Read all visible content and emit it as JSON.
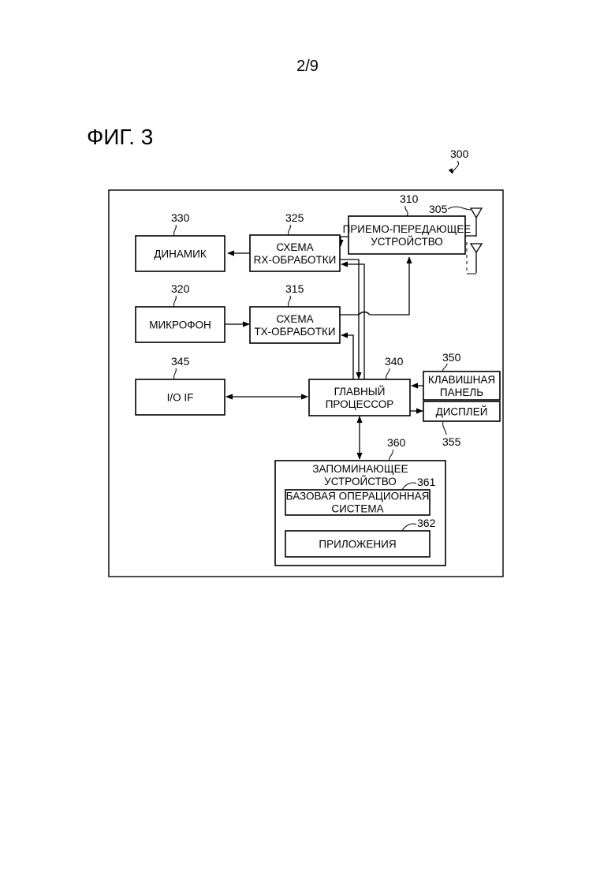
{
  "page_number": "2/9",
  "figure_title": "ФИГ. 3",
  "device_ref": "300",
  "antenna_ref": "305",
  "blocks": {
    "transceiver": {
      "ref": "310",
      "lines": [
        "ПРИЕМО-ПЕРЕДАЮЩЕЕ",
        "УСТРОЙСТВО"
      ]
    },
    "rx": {
      "ref": "325",
      "lines": [
        "СХЕМА",
        "RX-ОБРАБОТКИ"
      ]
    },
    "speaker": {
      "ref": "330",
      "lines": [
        "ДИНАМИК"
      ]
    },
    "microphone": {
      "ref": "320",
      "lines": [
        "МИКРОФОН"
      ]
    },
    "tx": {
      "ref": "315",
      "lines": [
        "СХЕМА",
        "TX-ОБРАБОТКИ"
      ]
    },
    "io": {
      "ref": "345",
      "lines": [
        "I/O IF"
      ]
    },
    "processor": {
      "ref": "340",
      "lines": [
        "ГЛАВНЫЙ",
        "ПРОЦЕССОР"
      ]
    },
    "keypad": {
      "ref": "350",
      "lines": [
        "КЛАВИШНАЯ",
        "ПАНЕЛЬ"
      ]
    },
    "display": {
      "ref": "355",
      "lines": [
        "ДИСПЛЕЙ"
      ]
    },
    "memory": {
      "ref": "360",
      "lines": [
        "ЗАПОМИНАЮЩЕЕ",
        "УСТРОЙСТВО"
      ]
    },
    "os": {
      "ref": "361",
      "lines": [
        "БАЗОВАЯ ОПЕРАЦИОННАЯ",
        "СИСТЕМА"
      ]
    },
    "apps": {
      "ref": "362",
      "lines": [
        "ПРИЛОЖЕНИЯ"
      ]
    }
  }
}
